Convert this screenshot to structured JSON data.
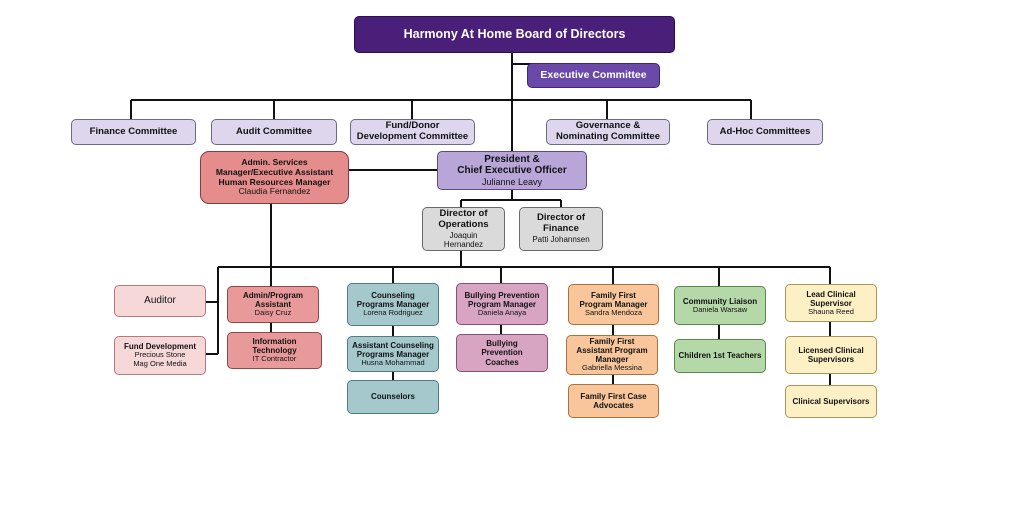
{
  "board": {
    "title": "Harmony At Home Board of Directors"
  },
  "executive_committee": {
    "title": "Executive Committee"
  },
  "committees": [
    {
      "title": "Finance Committee"
    },
    {
      "title": "Audit Committee"
    },
    {
      "title": "Fund/Donor\nDevelopment Committee"
    },
    {
      "title": "Governance &\nNominating Committee"
    },
    {
      "title": "Ad-Hoc Committees"
    }
  ],
  "president": {
    "title": "President &\nChief Executive Officer",
    "name": "Julianne Leavy"
  },
  "admin_services": {
    "title": "Admin.  Services\nManager/Executive Assistant\nHuman Resources Manager",
    "name": "Claudia Fernandez"
  },
  "director_operations": {
    "title": "Director of\nOperations",
    "name": "Joaquin\nHernandez"
  },
  "director_finance": {
    "title": "Director of\nFinance",
    "name": "Patti Johannsen"
  },
  "auditor": {
    "title": "Auditor"
  },
  "fund_development": {
    "title": "Fund Development",
    "name": "Precious Stone\nMag One Media"
  },
  "admin_program": {
    "title": "Admin/Program\nAssistant",
    "name": "Daisy Cruz"
  },
  "it": {
    "title": "Information\nTechnology",
    "name": "IT Contractor"
  },
  "counseling_manager": {
    "title": "Counseling\nPrograms Manager",
    "name": "Lorena Rodriguez"
  },
  "assistant_counseling": {
    "title": "Assistant Counseling\nPrograms Manager",
    "name": "Husna Mohammad"
  },
  "counselors": {
    "title": "Counselors"
  },
  "bullying_manager": {
    "title": "Bullying Prevention\nProgram Manager",
    "name": "Daniela Anaya"
  },
  "bullying_coaches": {
    "title": "Bullying\nPrevention\nCoaches"
  },
  "family_first_manager": {
    "title": "Family First\nProgram Manager",
    "name": "Sandra Mendoza"
  },
  "family_first_assistant": {
    "title": "Family First\nAssistant Program\nManager",
    "name": "Gabriella Messina"
  },
  "family_first_case": {
    "title": "Family First Case\nAdvocates"
  },
  "community_liaison": {
    "title": "Community Liaison",
    "name": "Daniela Warsaw"
  },
  "children_teachers": {
    "title": "Children 1st Teachers"
  },
  "lead_clinical": {
    "title": "Lead Clinical\nSupervisor",
    "name": "Shauna Reed"
  },
  "licensed_clinical": {
    "title": "Licensed Clinical\nSupervisors"
  },
  "clinical_supervisors": {
    "title": "Clinical Supervisors"
  }
}
